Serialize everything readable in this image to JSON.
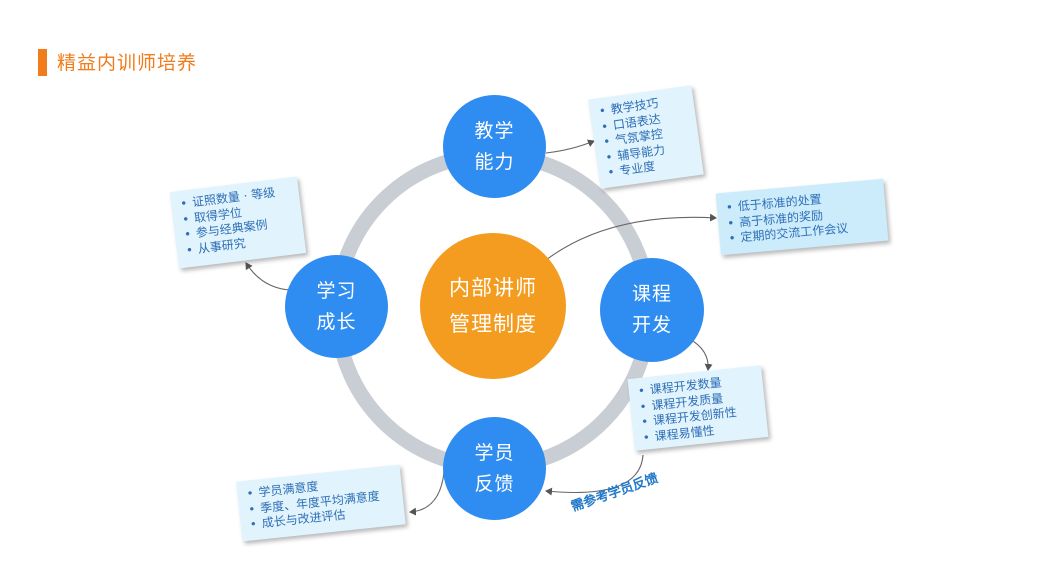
{
  "header": {
    "title": "精益内训师培养"
  },
  "center": {
    "line1": "内部讲师",
    "line2": "管理制度"
  },
  "nodes": {
    "teaching": {
      "line1": "教学",
      "line2": "能力"
    },
    "course": {
      "line1": "课程",
      "line2": "开发"
    },
    "feedback": {
      "line1": "学员",
      "line2": "反馈"
    },
    "learning": {
      "line1": "学习",
      "line2": "成长"
    }
  },
  "notes": {
    "teaching": [
      "教学技巧",
      "口语表达",
      "气氛掌控",
      "辅导能力",
      "专业度"
    ],
    "policy": [
      "低于标准的处置",
      "高于标准的奖励",
      "定期的交流工作会议"
    ],
    "course": [
      "课程开发数量",
      "课程开发质量",
      "课程开发创新性",
      "课程易懂性"
    ],
    "feedback": [
      "学员满意度",
      "季度、年度平均满意度",
      "成长与改进评估"
    ],
    "learning": [
      "证照数量 · 等级",
      "取得学位",
      "参与经典案例",
      "从事研究"
    ]
  },
  "annotation": {
    "text": "需参考学员反馈"
  },
  "colors": {
    "accent": "#f07c1b",
    "node_blue": "#2f8cf0",
    "center_orange": "#f39c1f",
    "ring_gray": "#c9ced4",
    "note_bg": "#e1f3fc",
    "note_text": "#2e6fb7"
  }
}
